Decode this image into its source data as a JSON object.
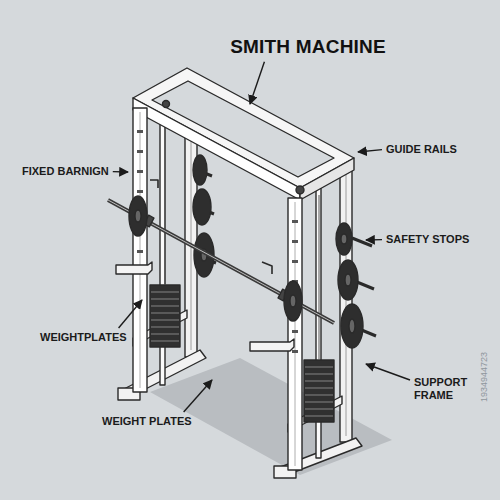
{
  "diagram": {
    "title": "SMITH MACHINE",
    "labels": [
      "FIXED BARNIGN",
      "GUIDE RAILS",
      "SAFETY STOPS",
      "WEIGHTPLATES",
      "SUPPORT FRAME",
      "WEIGHT PLATES",
      "1934944723"
    ]
  }
}
